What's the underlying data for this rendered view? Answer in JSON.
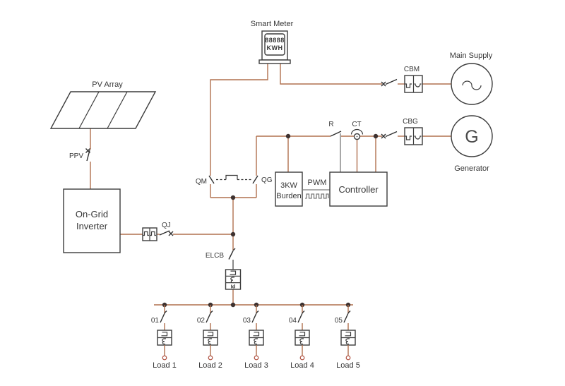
{
  "diagram": {
    "smart_meter": {
      "title": "Smart Meter",
      "display1": "88888",
      "display2": "KWH"
    },
    "main_supply": {
      "label": "Main Supply",
      "breaker": "CBM"
    },
    "generator": {
      "label": "Generator",
      "breaker": "CBG",
      "symbol": "G"
    },
    "sensing": {
      "relay": "R",
      "ct": "CT"
    },
    "controller": {
      "label": "Controller",
      "pwm": "PWM"
    },
    "burden": {
      "line1": "3KW",
      "line2": "Burden"
    },
    "transfer": {
      "qm": "QM",
      "qg": "QG"
    },
    "pv": {
      "label": "PV Array",
      "switch": "PPV"
    },
    "inverter": {
      "line1": "On-Grid",
      "line2": "Inverter",
      "breaker": "QJ"
    },
    "elcb": {
      "label": "ELCB",
      "id": "Id"
    },
    "loads": [
      {
        "breaker": "01",
        "label": "Load 1"
      },
      {
        "breaker": "02",
        "label": "Load 2"
      },
      {
        "breaker": "03",
        "label": "Load 3"
      },
      {
        "breaker": "04",
        "label": "Load 4"
      },
      {
        "breaker": "05",
        "label": "Load 5"
      }
    ],
    "colors": {
      "wire": "#b0704e",
      "outline": "#3c3c3c",
      "signal_gray": "#7a7a7a",
      "junction_node": "#3e3230",
      "load_terminal": "#b05040"
    }
  }
}
